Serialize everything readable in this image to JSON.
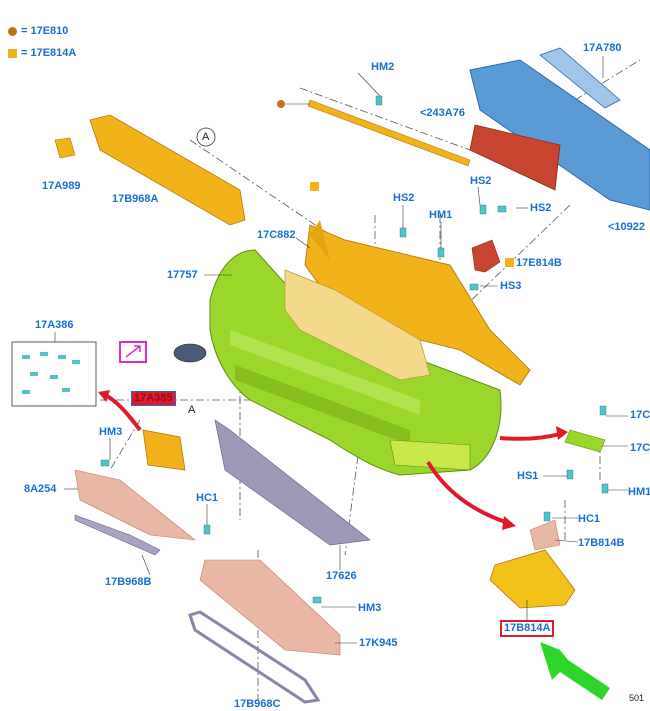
{
  "legend": [
    {
      "marker": "circle",
      "color": "#c4711a",
      "text": "= 17E810"
    },
    {
      "marker": "square",
      "color": "#f2b21a",
      "text": "= 17E814A"
    }
  ],
  "labels": {
    "l_17a780": "17A780",
    "l_hm2": "HM2",
    "l_243a76": "<243A76",
    "l_17a989": "17A989",
    "l_17b968a": "17B968A",
    "l_a1": "A",
    "l_hs2_mid": "HS2",
    "l_hs2_top": "HS2",
    "l_hs2_right": "HS2",
    "l_10922": "<10922",
    "l_hm1_mid": "HM1",
    "l_17c882": "17C882",
    "l_17757": "17757",
    "l_17e814b": "17E814B",
    "l_hs3": "HS3",
    "l_17a386": "17A386",
    "l_17a385": "17A385",
    "l_a2": "A",
    "l_hm3_left": "HM3",
    "l_8a254": "8A254",
    "l_hc1_left": "HC1",
    "l_17b968b": "17B968B",
    "l_17626": "17626",
    "l_hm3_bottom": "HM3",
    "l_17k945": "17K945",
    "l_17b968c": "17B968C",
    "l_17c_a": "17C",
    "l_17c_b": "17C",
    "l_hs1": "HS1",
    "l_hm1_right": "HM1",
    "l_hc1_right": "HC1",
    "l_17b814b": "17B814B",
    "l_17b814a": "17B814A"
  },
  "page_number": "501",
  "colors": {
    "label_blue": "#1a6fcf",
    "bumper_green": "#9bd62a",
    "absorber_orange": "#f2b21a",
    "reinforcement_blue": "#5b9bd5",
    "highlight_red": "#e01a2a",
    "arrow_green": "#2fd62a",
    "mesh_brown": "#d98f74",
    "trim_purple": "#9d98b8"
  }
}
